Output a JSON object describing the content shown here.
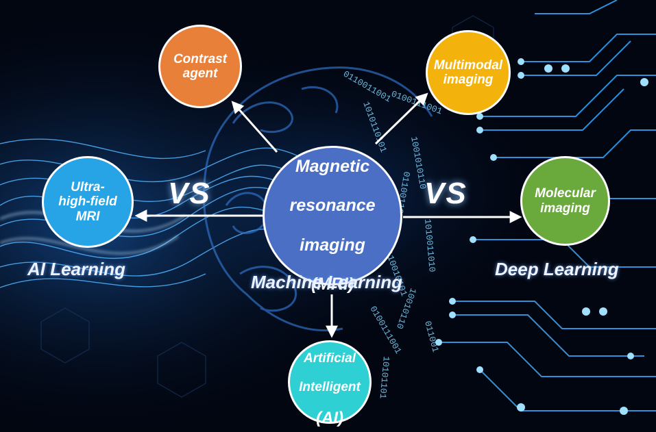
{
  "center": {
    "line1": "Magnetic",
    "line2": "resonance",
    "line3": "imaging",
    "line4": "(MRI)",
    "color": "#4a6fc4"
  },
  "nodes": {
    "contrast_agent": {
      "text": "Contrast\nagent",
      "color": "#e8803a"
    },
    "multimodal": {
      "text": "Multimodal\nimaging",
      "color": "#f4b20c"
    },
    "ultra_high_field": {
      "text": "Ultra-\nhigh-field\nMRI",
      "color": "#27a4e6"
    },
    "molecular": {
      "text": "Molecular\nimaging",
      "color": "#6aaa3c"
    },
    "ai": {
      "line1": "Artificial",
      "line2": "Intelligent",
      "line3": "(AI)",
      "color": "#2ed0d4"
    }
  },
  "vs_left": "VS",
  "vs_right": "VS",
  "labels": {
    "ai_learning": "AI Learning",
    "machine_learning": "Machine Learning",
    "deep_learning": "Deep Learning"
  },
  "binary_text": [
    "01100110",
    "10101101",
    "0100111001",
    "10010101",
    "011001"
  ]
}
